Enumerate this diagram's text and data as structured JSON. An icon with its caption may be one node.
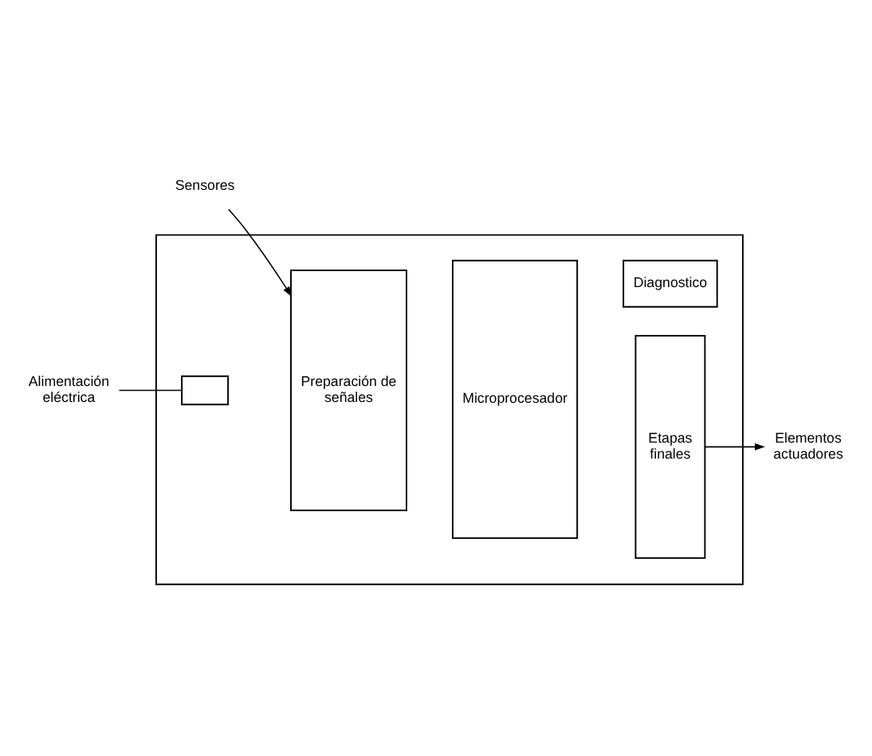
{
  "diagram": {
    "nodes": [
      {
        "text": [],
        "shape": "box"
      },
      {
        "text": [
          "Alimentación eléctrica"
        ]
      },
      {
        "text": [],
        "shape": "box",
        "in": 0
      },
      {
        "text": [
          "Sensores"
        ]
      },
      {
        "text": [
          "Preparación de señales"
        ],
        "in": 0
      },
      {
        "text": [
          "Microprocesador"
        ],
        "in": 0
      },
      {
        "text": [
          "Etapas finales"
        ],
        "in": 0
      },
      {
        "text": [
          "Elementos actuadores"
        ]
      },
      {
        "text": [
          "Diagnostico"
        ],
        "in": 0
      }
    ],
    "edges": [
      {
        "from": 1,
        "to": 2,
        "arrow": "none"
      },
      {
        "from": 3,
        "to": 4,
        "arrow": "to"
      },
      {
        "from": 6,
        "to": 7,
        "arrow": "to"
      }
    ]
  }
}
